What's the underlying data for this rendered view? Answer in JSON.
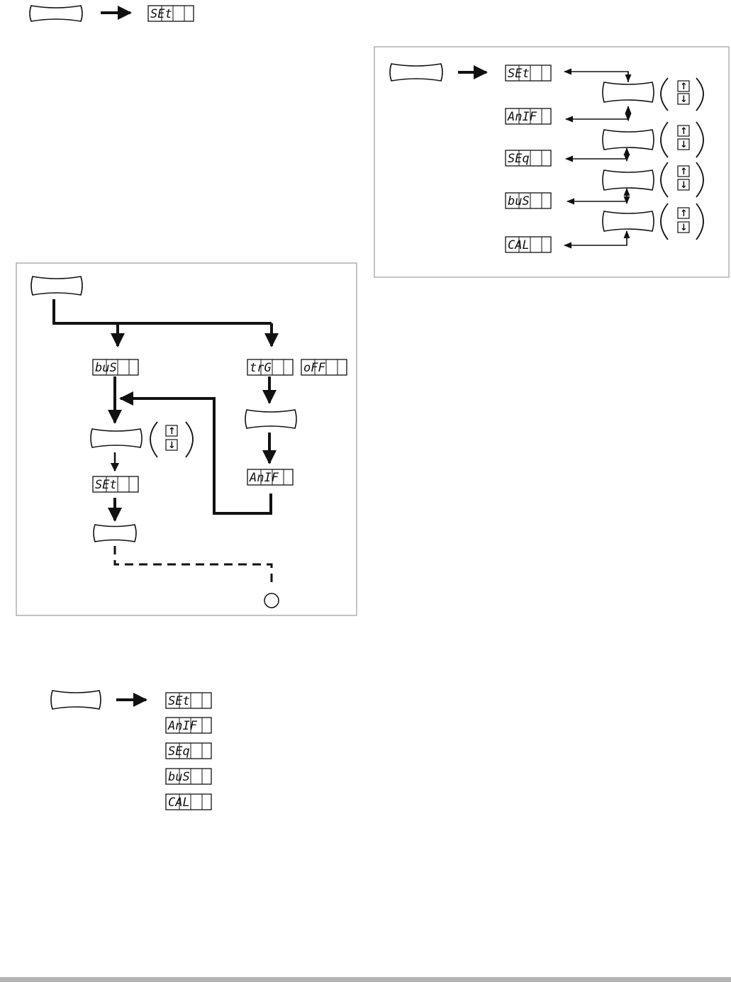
{
  "colors": {
    "ink": "#111111",
    "frame": "#8a8a8a",
    "footer_bar": "#b4b4b4",
    "background": "#ffffff"
  },
  "icons": {
    "key_button": "key-button-icon",
    "arrow": "arrow-right-icon",
    "up_down": "up-down-key-icon",
    "end_node": "circle-node-icon"
  },
  "displays": {
    "set": "SEt",
    "anif": "AnIF",
    "seq": "SEq",
    "bus": "buS",
    "cal": "CAL",
    "trg": "trG",
    "off": "oFF"
  },
  "updown_glyphs": {
    "up": "↑",
    "down": "↓"
  }
}
